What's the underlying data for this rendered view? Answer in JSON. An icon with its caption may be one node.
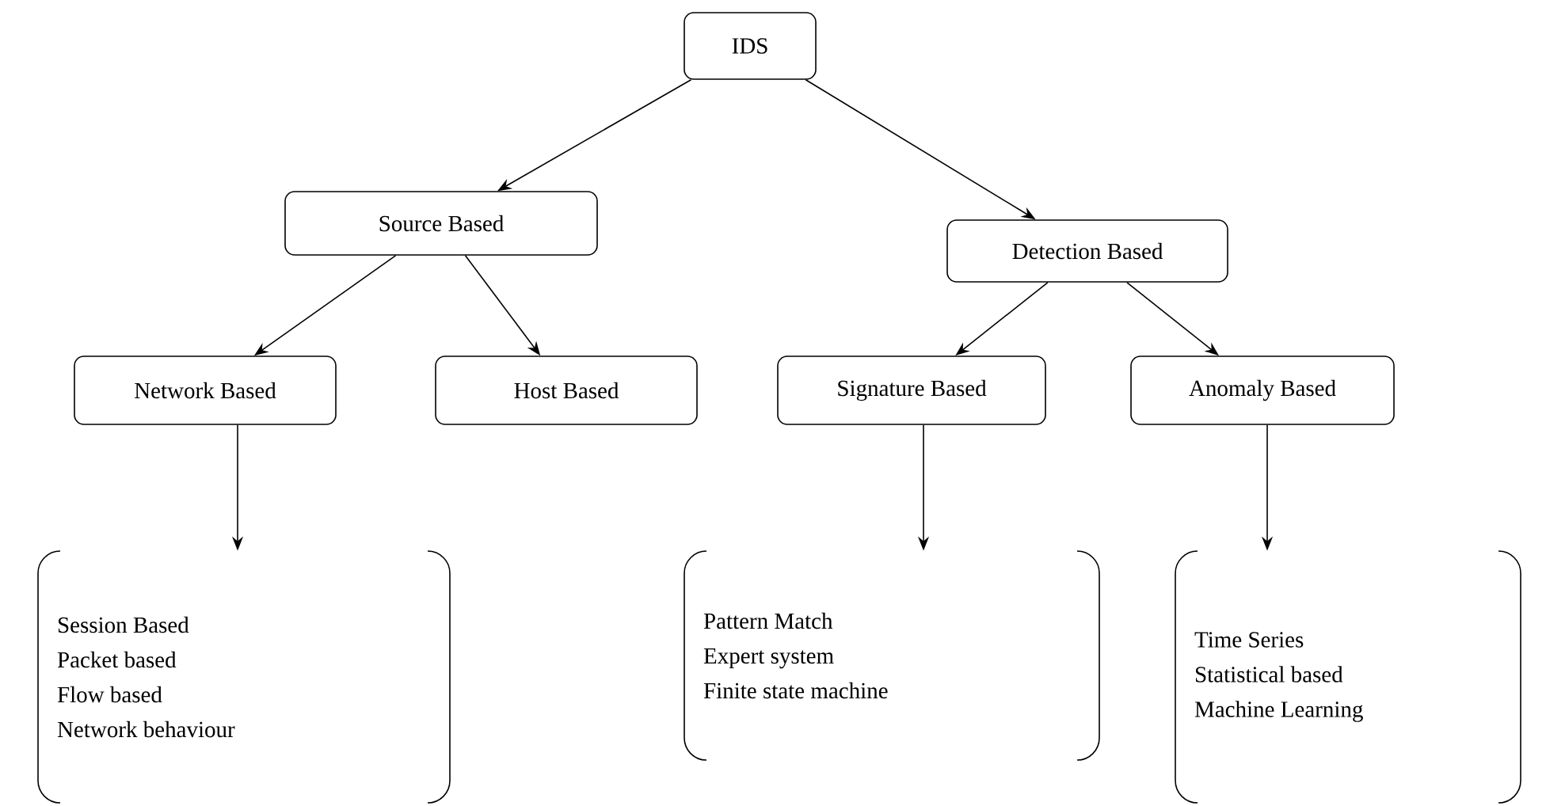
{
  "diagram": {
    "nodes": [
      {
        "text": [
          "IDS"
        ]
      },
      {
        "text": [
          "Source Based"
        ]
      },
      {
        "text": [
          "Detection Based"
        ]
      },
      {
        "text": [
          "Network Based"
        ]
      },
      {
        "text": [
          "Host Based"
        ]
      },
      {
        "text": [
          "Signature Based"
        ]
      },
      {
        "text": [
          "Anomaly Based"
        ]
      },
      {
        "text": [
          "Session Based",
          "Packet based",
          "Flow based",
          "Network behaviour"
        ]
      },
      {
        "text": [
          "Pattern Match",
          "Expert system",
          "Finite state machine"
        ]
      },
      {
        "text": [
          "Time Series",
          "Statistical based",
          "Machine Learning"
        ]
      }
    ],
    "edges": [
      {
        "from": 0,
        "to": 1,
        "arrow": "to"
      },
      {
        "from": 0,
        "to": 2,
        "arrow": "to"
      },
      {
        "from": 1,
        "to": 3,
        "arrow": "to"
      },
      {
        "from": 1,
        "to": 4,
        "arrow": "to"
      },
      {
        "from": 2,
        "to": 5,
        "arrow": "to"
      },
      {
        "from": 2,
        "to": 6,
        "arrow": "to"
      },
      {
        "from": 3,
        "to": 7,
        "arrow": "to"
      },
      {
        "from": 5,
        "to": 8,
        "arrow": "to"
      },
      {
        "from": 6,
        "to": 9,
        "arrow": "to"
      }
    ]
  }
}
